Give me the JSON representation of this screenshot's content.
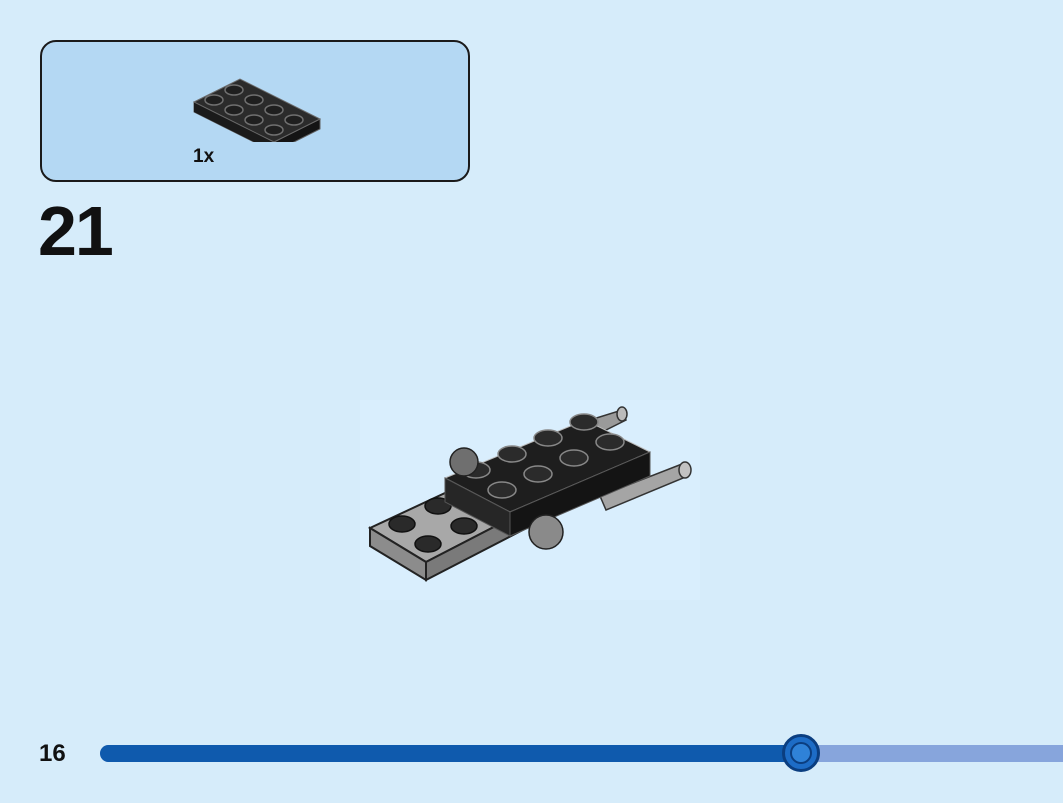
{
  "parts_callout": {
    "items": [
      {
        "icon": "black-plate-2x4-icon",
        "quantity": "1x"
      }
    ]
  },
  "step": {
    "number": "21",
    "illustration": "assembly-step-icon"
  },
  "footer": {
    "page_number": "16",
    "progress": 0.708
  },
  "colors": {
    "background": "#d6ecfa",
    "callout_background": "#b4d8f3",
    "progress_fill": "#0f5aad",
    "progress_track": "#87a5dc",
    "knob": "#1d6cc6",
    "knob_border": "#0b3e80"
  }
}
